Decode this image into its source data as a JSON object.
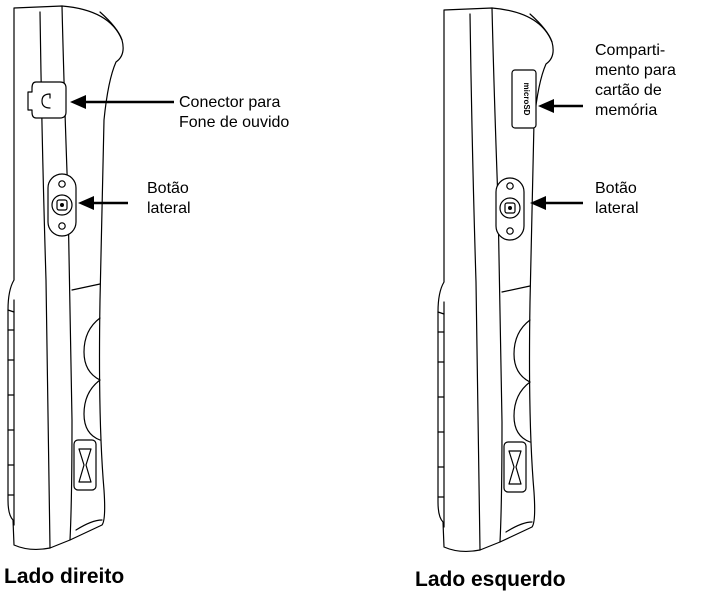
{
  "captions": {
    "right_side": "Lado direito",
    "left_side": "Lado esquerdo"
  },
  "callouts": {
    "headset_line1": "Conector para",
    "headset_line2": "Fone de ouvido",
    "side_button_right_line1": "Botão",
    "side_button_right_line2": "lateral",
    "card_line1": "Comparti-",
    "card_line2": "mento para",
    "card_line3": "cartão de",
    "card_line4": "memória",
    "side_button_left_line1": "Botão",
    "side_button_left_line2": "lateral"
  },
  "card_slot_mark": "microSD",
  "colors": {
    "ink": "#000000",
    "background": "#ffffff"
  }
}
